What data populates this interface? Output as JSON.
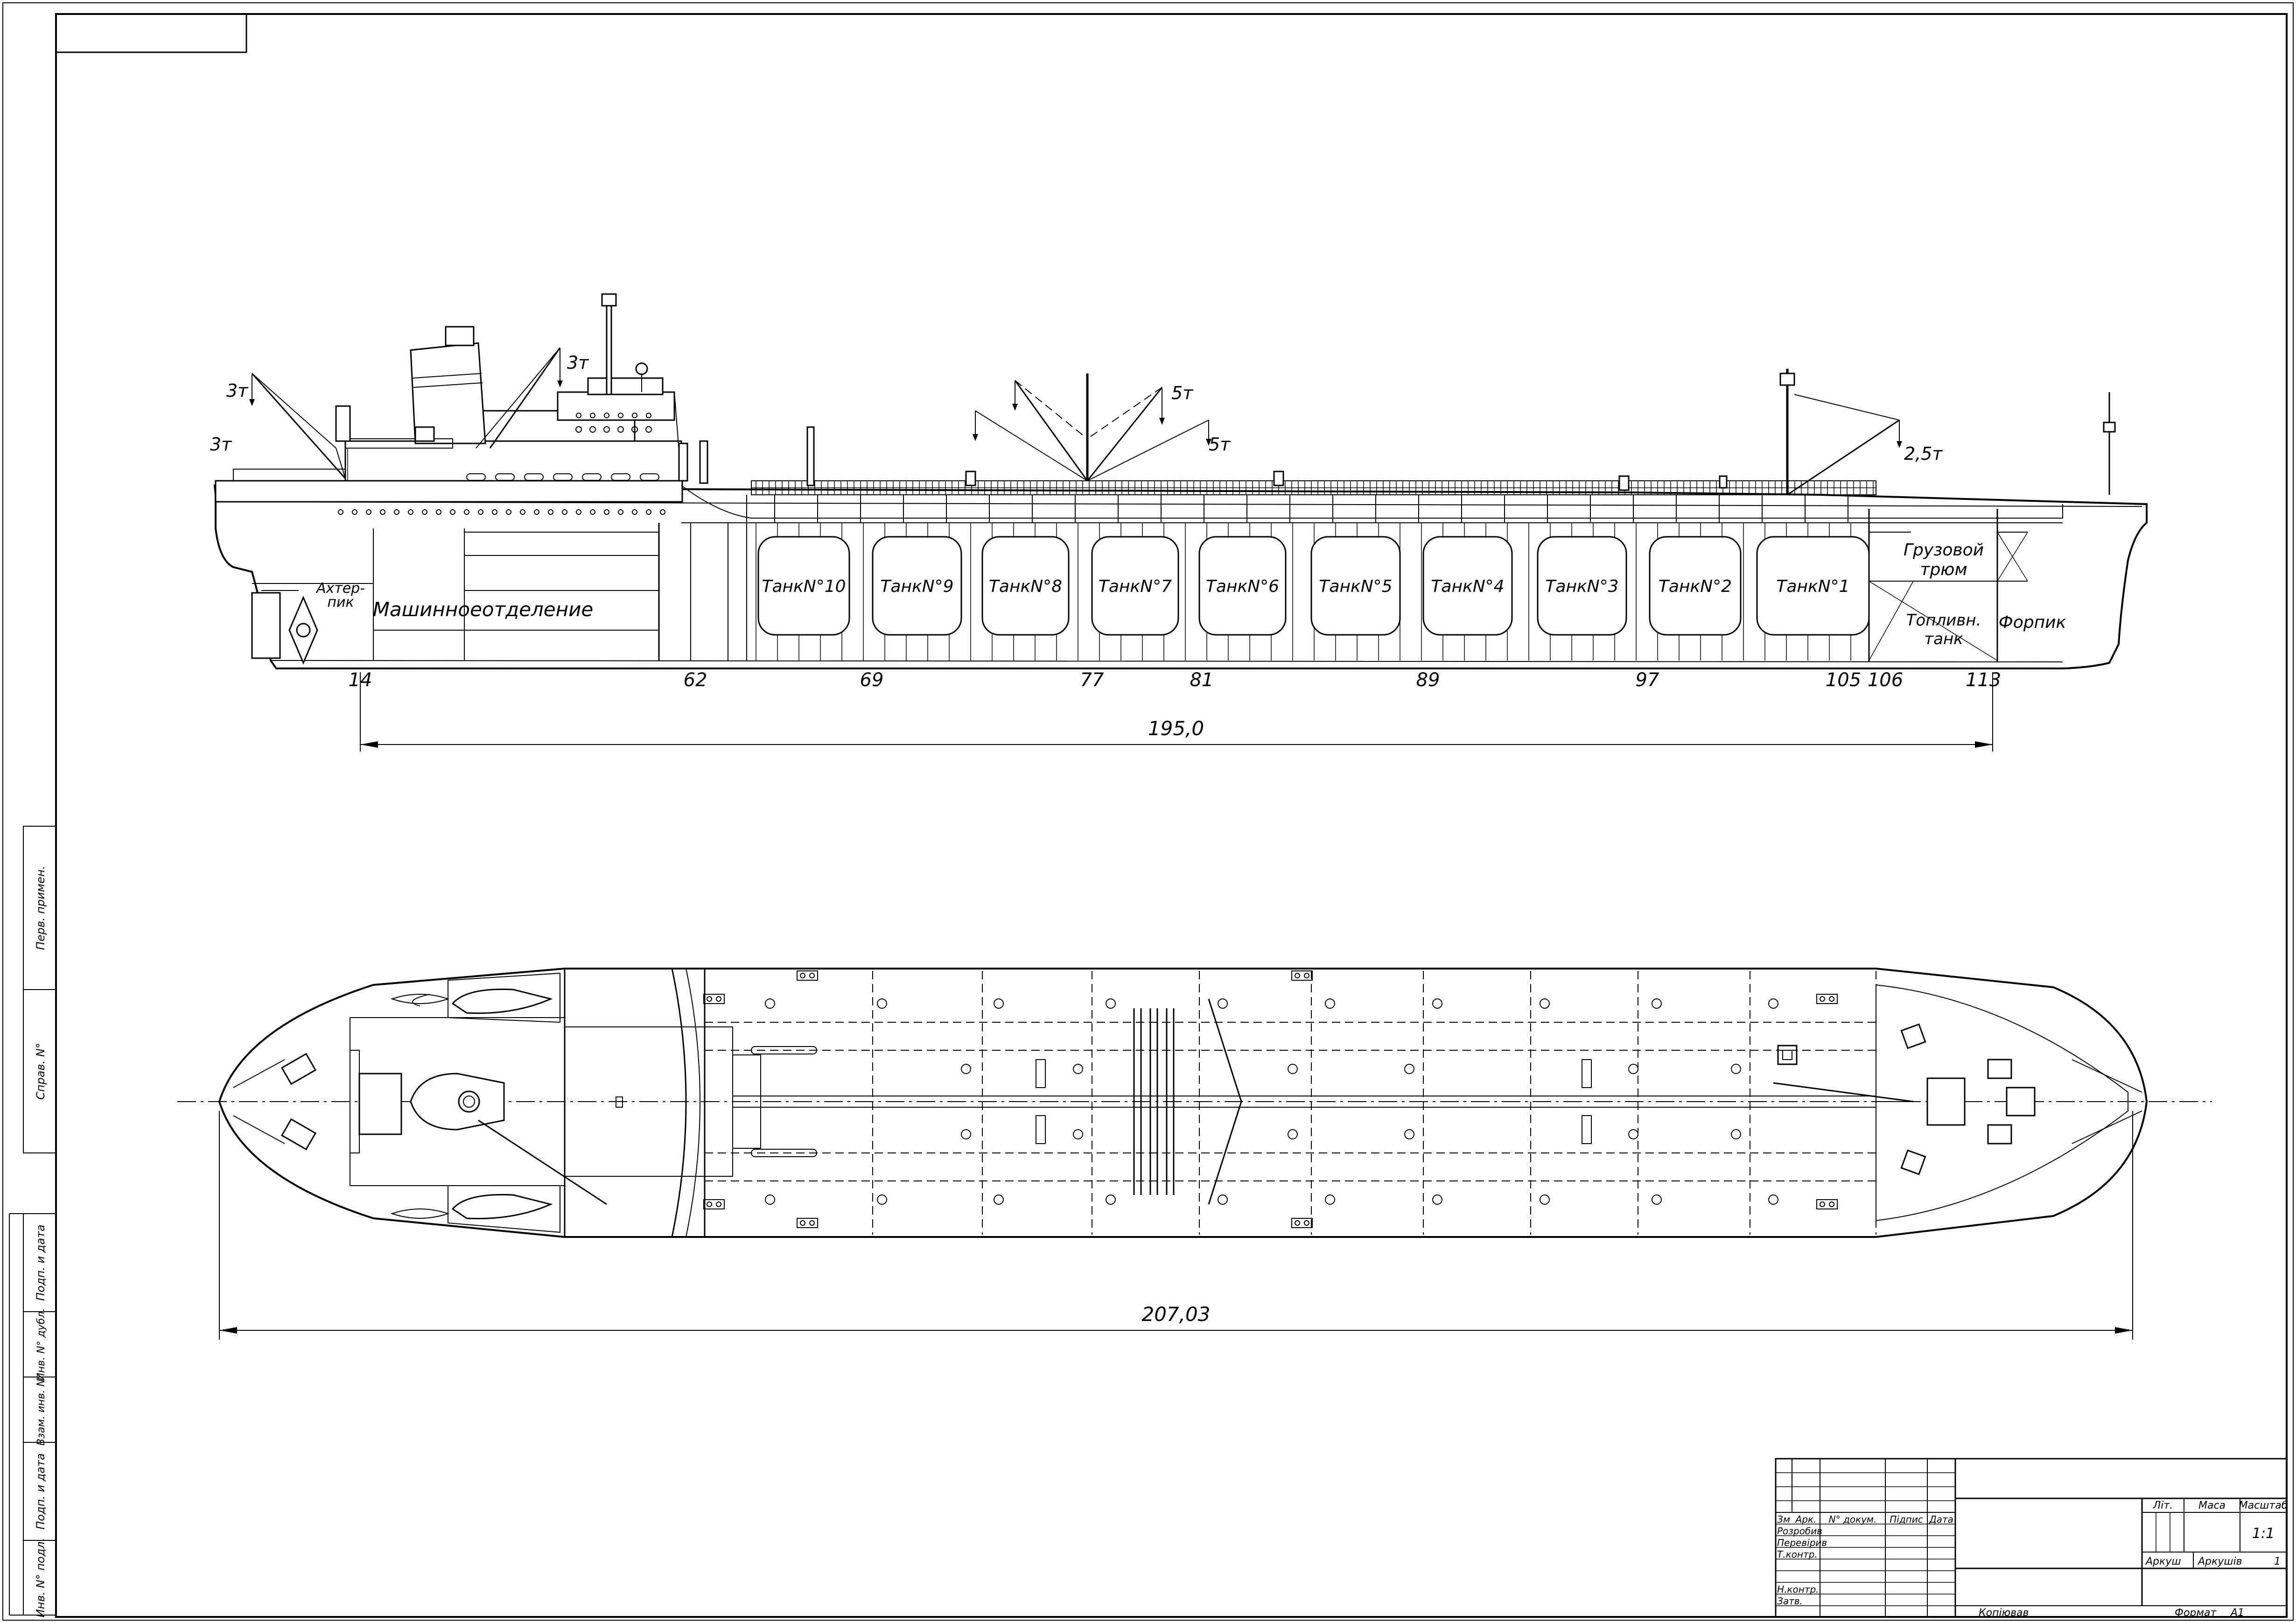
{
  "side_view": {
    "crane_labels": [
      "3т",
      "3т",
      "3т",
      "5т",
      "5т",
      "2,5т"
    ],
    "compartments": {
      "afterpeak": [
        "Ахтер-",
        "пик"
      ],
      "engine_room": "Машинноеотделение",
      "cargo_hold": [
        "Грузовой",
        "трюм"
      ],
      "fuel_tank": [
        "Топливн.",
        "танк"
      ],
      "forepeak": "Форпик"
    },
    "tanks": [
      "ТанкN°10",
      "ТанкN°9",
      "ТанкN°8",
      "ТанкN°7",
      "ТанкN°6",
      "ТанкN°5",
      "ТанкN°4",
      "ТанкN°3",
      "ТанкN°2",
      "ТанкN°1"
    ],
    "frame_numbers": [
      "14",
      "62",
      "69",
      "77",
      "81",
      "89",
      "97",
      "105",
      "106",
      "113"
    ],
    "length_dimension": "195,0"
  },
  "plan_view": {
    "length_dimension": "207,03"
  },
  "margin_stamp": [
    "Перв. примен.",
    "Справ. N°",
    "Подп. и дата",
    "Инв. N° дубл.",
    "Взам. инв. N°",
    "Подп. и дата",
    "Инв. N° подл."
  ],
  "title_block": {
    "headers": [
      "Зм",
      "Арк.",
      "N° докум.",
      "Підпис",
      "Дата"
    ],
    "roles": [
      "Розробив",
      "Перевірив",
      "Т.контр.",
      "Н.контр.",
      "Затв."
    ],
    "lit_label": "Літ.",
    "mass_label": "Маса",
    "scale_label": "Масштаб",
    "scale_value": "1:1",
    "sheet_label": "Аркуш",
    "sheets_label": "Аркушів",
    "sheets_value": "1",
    "copied_label": "Копіював",
    "format_label": "Формат",
    "format_value": "A1"
  }
}
